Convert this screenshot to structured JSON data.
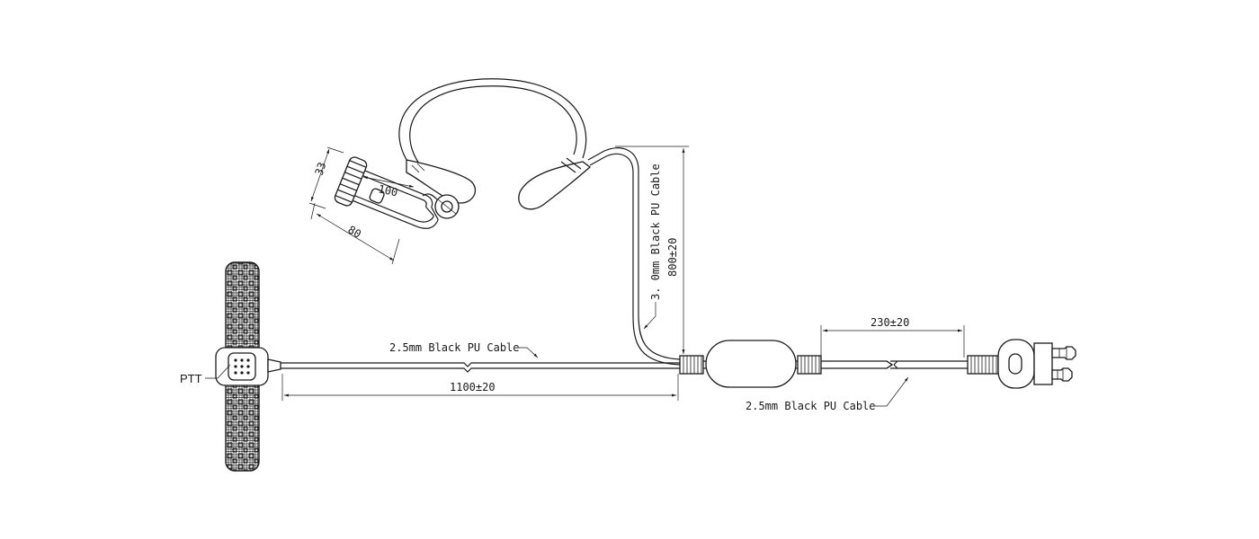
{
  "labels": {
    "ptt": "PTT",
    "cable_main": "2.5mm Black PU Cable",
    "cable_plug": "2.5mm Black PU Cable",
    "cable_headset": "3. 0mm Black PU Cable"
  },
  "dimensions": {
    "main_cable_length": "1100±20",
    "headset_cable_length": "800±20",
    "plug_cable_length": "230±20",
    "earpiece_height": "33",
    "earpiece_tube_length": "100",
    "earpiece_width": "80"
  }
}
